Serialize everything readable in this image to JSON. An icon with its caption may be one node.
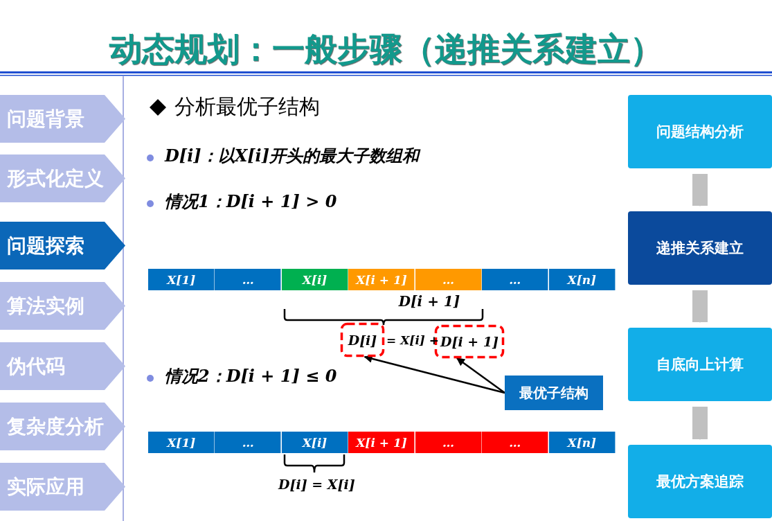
{
  "diagram": {
    "title": "动态规划：一般步骤（递推关系建立）",
    "nodes": [
      {
        "text": [
          "问题背景"
        ]
      },
      {
        "text": [
          "形式化定义"
        ]
      },
      {
        "text": [
          "问题探索"
        ]
      },
      {
        "text": [
          "算法实例"
        ]
      },
      {
        "text": [
          "伪代码"
        ]
      },
      {
        "text": [
          "复杂度分析"
        ]
      },
      {
        "text": [
          "实际应用"
        ]
      },
      {
        "text": [
          "问题结构分析"
        ]
      },
      {
        "text": [
          "递推关系建立"
        ]
      },
      {
        "text": [
          "自底向上计算"
        ]
      },
      {
        "text": [
          "最优方案追踪"
        ]
      },
      {
        "text": [
          "D[i]"
        ]
      },
      {
        "text": [
          "D[i + 1]"
        ]
      },
      {
        "text": [
          "最优子结构"
        ]
      },
      {
        "text": [
          "X[1]"
        ]
      },
      {
        "text": [
          "…"
        ]
      },
      {
        "text": [
          "X[i]"
        ]
      },
      {
        "text": [
          "X[i + 1]"
        ]
      },
      {
        "text": [
          "…"
        ]
      },
      {
        "text": [
          "…"
        ]
      },
      {
        "text": [
          "X[n]"
        ]
      },
      {
        "text": [
          "X[1]"
        ]
      },
      {
        "text": [
          "…"
        ]
      },
      {
        "text": [
          "X[i]"
        ]
      },
      {
        "text": [
          "X[i + 1]"
        ]
      },
      {
        "text": [
          "…"
        ]
      },
      {
        "text": [
          "…"
        ]
      },
      {
        "text": [
          "X[n]"
        ]
      }
    ],
    "edges": [
      {
        "from": 7,
        "to": 8,
        "arrow": "to"
      },
      {
        "from": 8,
        "to": 9,
        "arrow": "to"
      },
      {
        "from": 9,
        "to": 10,
        "arrow": "to"
      },
      {
        "from": 13,
        "to": 11,
        "arrow": "to",
        "color": "#000000"
      },
      {
        "from": 13,
        "to": 12,
        "arrow": "to",
        "color": "#000000"
      }
    ],
    "labels": [
      "分析最优子结构",
      "D[i]：以X[i]开头的最大子数组和",
      "情况1：D[i + 1] > 0",
      "D[i + 1]",
      "= X[i] +",
      "情况2：D[i + 1] ≤ 0",
      "D[i] = X[i]"
    ]
  }
}
